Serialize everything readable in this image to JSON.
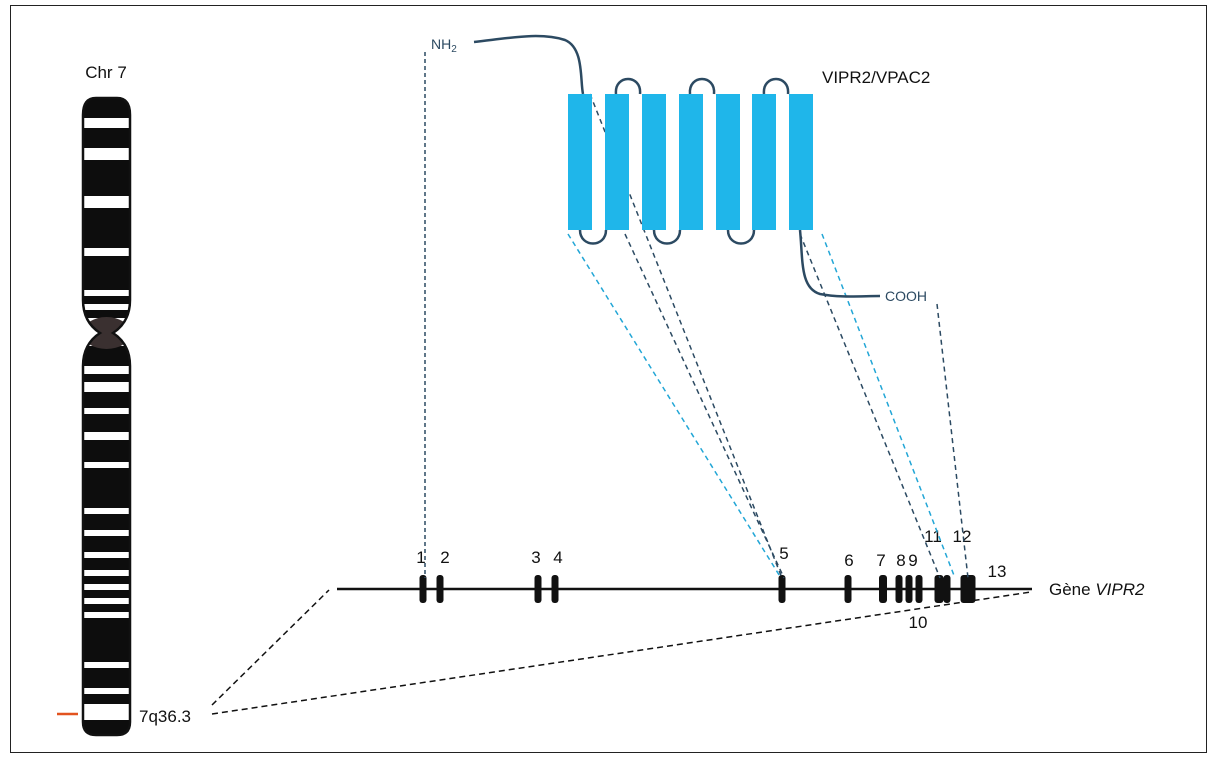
{
  "chromosome": {
    "label": "Chr 7",
    "locus": "7q36.3"
  },
  "protein": {
    "name": "VIPR2/VPAC2",
    "n_terminus": "NH",
    "n_terminus_sub": "2",
    "c_terminus": "COOH",
    "color": "#1fb6ea",
    "line_color": "#2c4a62"
  },
  "gene": {
    "prefix": "Gène ",
    "name": "VIPR2",
    "exons": [
      "1",
      "2",
      "3",
      "4",
      "5",
      "6",
      "7",
      "8",
      "9",
      "10",
      "11",
      "12",
      "13"
    ]
  },
  "colors": {
    "marker": "#e2531f",
    "dash_dark": "#2c4a62",
    "dash_light": "#22a6d6"
  }
}
